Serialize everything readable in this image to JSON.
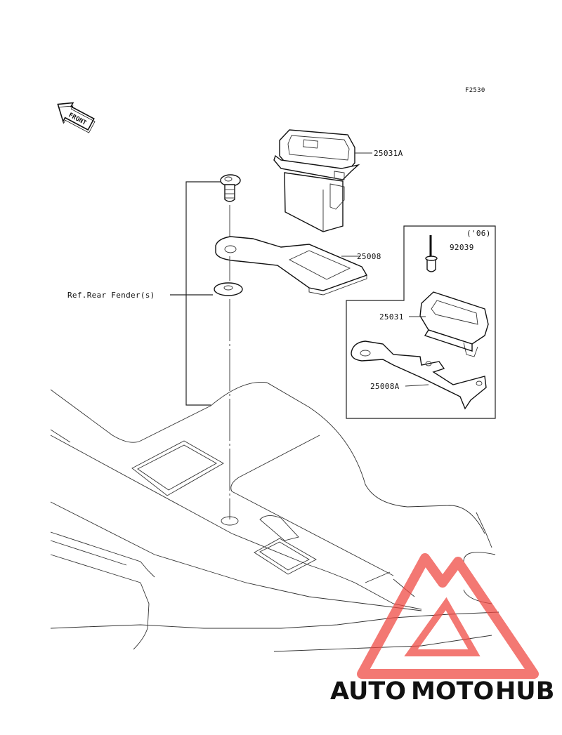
{
  "figure_code": "F2530",
  "front_arrow": {
    "label": "FRONT",
    "icon": "front-arrow-icon"
  },
  "callouts": {
    "meter_main": "25031A",
    "bracket_main": "25008",
    "ref_note": "Ref.Rear Fender(s)",
    "inset_year": "('06)",
    "rivet": "92039",
    "meter_inset": "25031",
    "bracket_inset": "25008A"
  },
  "watermark": {
    "part1": "AUTO",
    "part2": "MOTO",
    "part3": "HUB",
    "colors": {
      "auto": "#f7b23c",
      "moto": "#f05a4a",
      "hub": "#4a4a4a",
      "logo": "#ef4b45"
    }
  }
}
